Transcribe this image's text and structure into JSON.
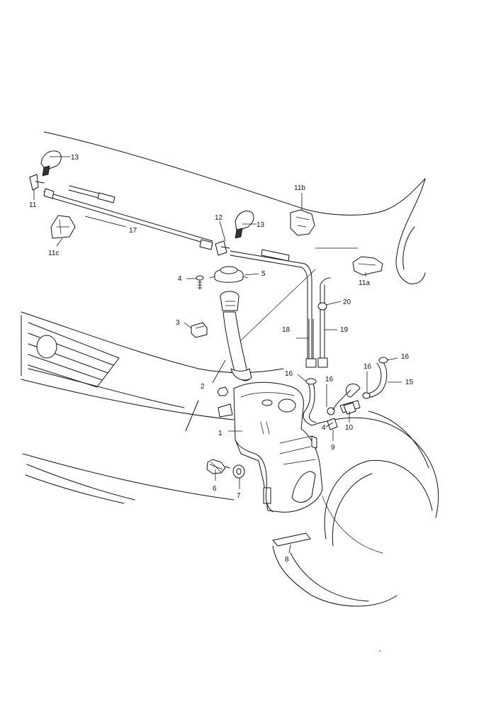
{
  "callouts": {
    "c1": "1",
    "c2": "2",
    "c3": "3",
    "c4a": "4",
    "c4b": "4",
    "c5": "5",
    "c6": "6",
    "c7": "7",
    "c8": "8",
    "c9": "9",
    "c10": "10",
    "c11": "11",
    "c11a": "11a",
    "c11b": "11b",
    "c11c": "11c",
    "c12": "12",
    "c13a": "13",
    "c13b": "13",
    "c15": "15",
    "c16a": "16",
    "c16b": "16",
    "c16c": "16",
    "c16d": "16",
    "c17": "17",
    "c18": "18",
    "c19": "19",
    "c20": "20"
  }
}
